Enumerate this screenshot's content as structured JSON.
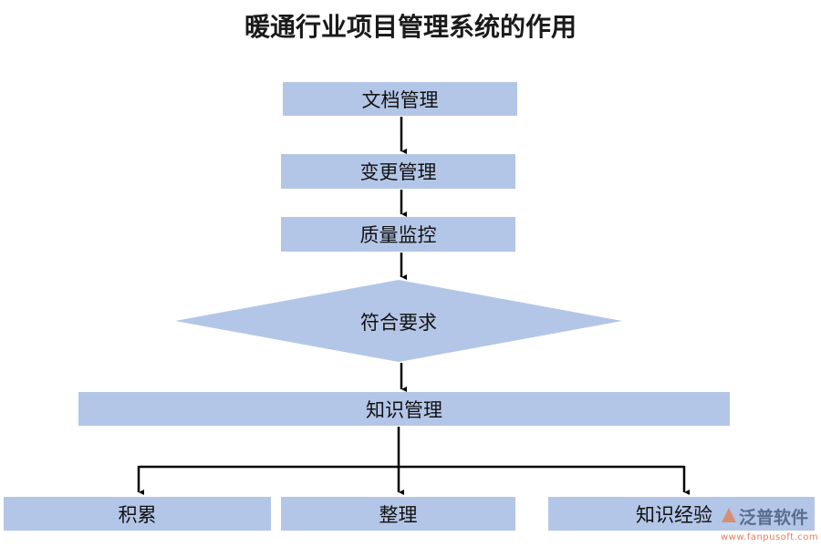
{
  "title": "暖通行业项目管理系统的作用",
  "colors": {
    "box_fill": "#b4c6e7",
    "arrow": "#000000"
  },
  "nodes": {
    "document_mgmt": "文档管理",
    "change_mgmt": "变更管理",
    "quality_monitor": "质量监控",
    "meets_requirements": "符合要求",
    "knowledge_mgmt": "知识管理",
    "accumulate": "积累",
    "organize": "整理",
    "knowledge_experience": "知识经验"
  },
  "watermark": {
    "brand": "泛普软件",
    "url": "www.fanpusoft.com"
  }
}
